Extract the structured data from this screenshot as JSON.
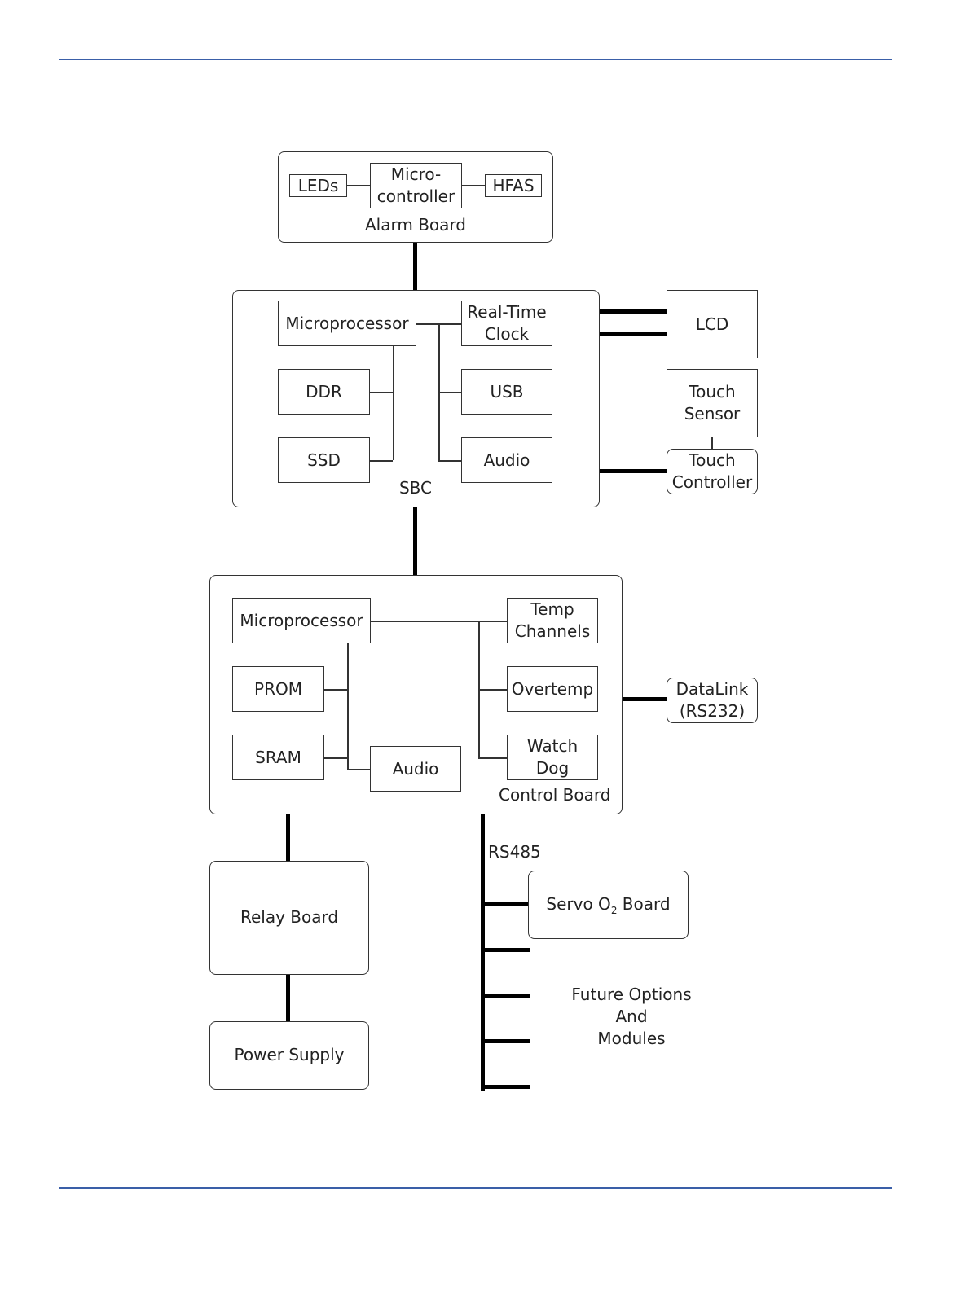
{
  "diagram": {
    "alarm_board": {
      "label": "Alarm Board",
      "leds": "LEDs",
      "microcontroller": "Micro-\ncontroller",
      "hfas": "HFAS"
    },
    "sbc": {
      "label": "SBC",
      "microprocessor": "Microprocessor",
      "real_time_clock": "Real-Time\nClock",
      "ddr": "DDR",
      "usb": "USB",
      "ssd": "SSD",
      "audio": "Audio"
    },
    "lcd": "LCD",
    "touch_sensor": "Touch\nSensor",
    "touch_controller": "Touch\nController",
    "control_board": {
      "label": "Control Board",
      "microprocessor": "Microprocessor",
      "temp_channels": "Temp\nChannels",
      "prom": "PROM",
      "overtemp": "Overtemp",
      "sram": "SRAM",
      "audio": "Audio",
      "watch_dog": "Watch\nDog"
    },
    "datalink": "DataLink\n(RS232)",
    "relay_board": "Relay Board",
    "power_supply": "Power Supply",
    "rs485": "RS485",
    "servo_board": {
      "prefix": "Servo O",
      "subscript": "2",
      "suffix": " Board"
    },
    "future_options": "Future Options\nAnd\nModules"
  },
  "colors": {
    "rule": "#3a5fa8",
    "line": "#000000"
  }
}
